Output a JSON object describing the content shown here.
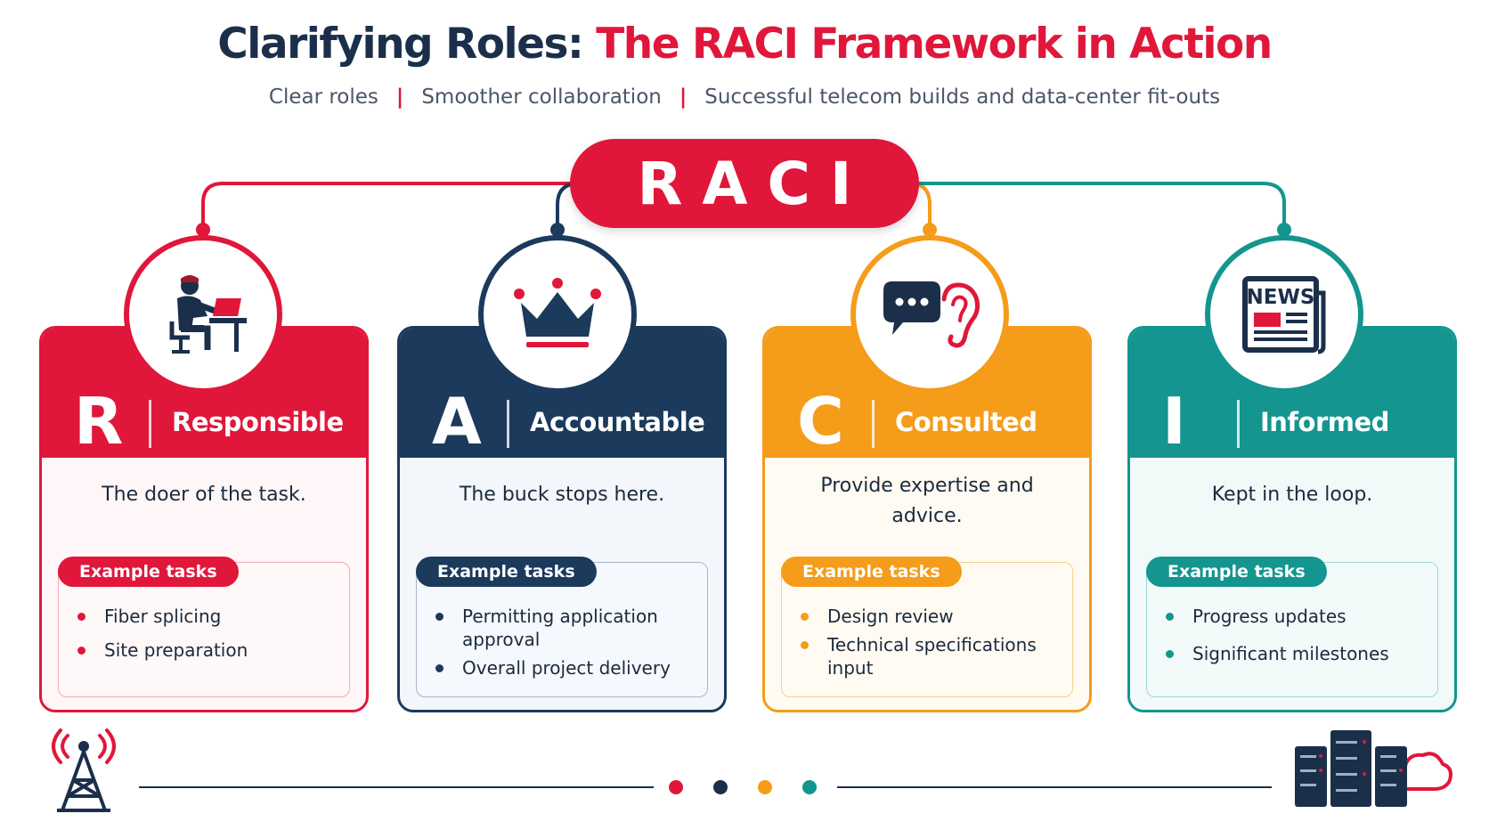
{
  "header": {
    "title_part1": "Clarifying Roles:",
    "title_part2": "The RACI Framework in Action",
    "subtitle_items": [
      "Clear roles",
      "Smoother collaboration",
      "Successful telecom builds and data-center fit-outs"
    ],
    "separator": "|"
  },
  "center_badge": "RACI",
  "colors": {
    "red": "#e0173a",
    "navy": "#1b3a5c",
    "orange": "#f59c1a",
    "teal": "#14958f"
  },
  "cards": [
    {
      "letter": "R",
      "role": "Responsible",
      "icon": "person-at-laptop-icon",
      "description": "The doer of the task.",
      "tasks_label": "Example tasks",
      "tasks": [
        "Fiber splicing",
        "Site preparation"
      ]
    },
    {
      "letter": "A",
      "role": "Accountable",
      "icon": "crown-icon",
      "description": "The buck stops here.",
      "tasks_label": "Example tasks",
      "tasks": [
        "Permitting application approval",
        "Overall project delivery"
      ]
    },
    {
      "letter": "C",
      "role": "Consulted",
      "icon": "speech-bubble-ear-icon",
      "description": "Provide expertise and advice.",
      "tasks_label": "Example tasks",
      "tasks": [
        "Design review",
        "Technical specifications input"
      ]
    },
    {
      "letter": "I",
      "role": "Informed",
      "icon": "newspaper-icon",
      "icon_text": "NEWS",
      "description": "Kept in the loop.",
      "tasks_label": "Example tasks",
      "tasks": [
        "Progress updates",
        "Significant milestones"
      ]
    }
  ],
  "footer": {
    "left_icon": "cell-tower-icon",
    "right_icon": "server-cloud-icon"
  }
}
